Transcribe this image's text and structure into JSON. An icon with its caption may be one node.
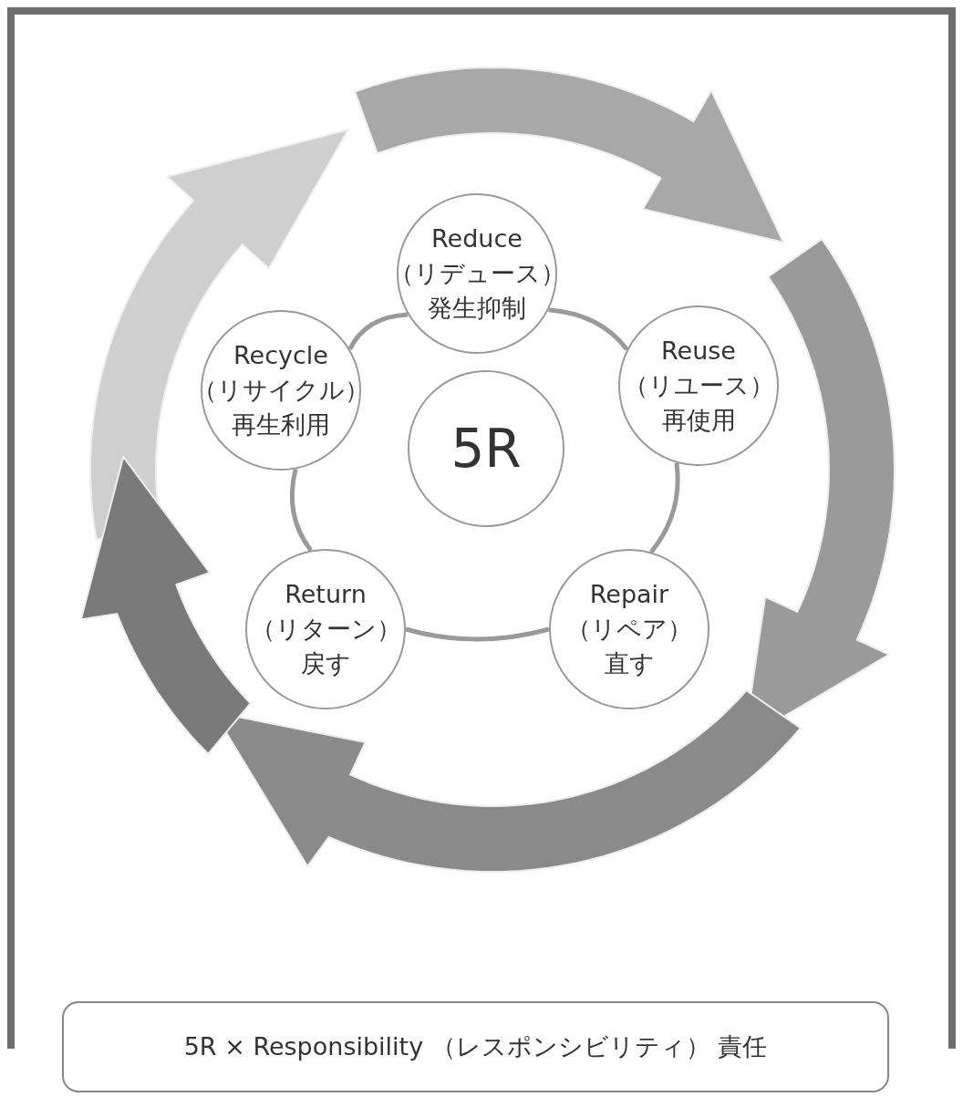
{
  "diagram": {
    "nodes": [
      {
        "text": [
          "Reduce",
          "（リデュース）",
          "発生抑制"
        ]
      },
      {
        "text": [
          "Reuse",
          "（リユース）",
          "再使用"
        ]
      },
      {
        "text": [
          "Repair",
          "（リペア）",
          "直す"
        ]
      },
      {
        "text": [
          "Return",
          "（リターン）",
          "戻す"
        ]
      },
      {
        "text": [
          "Recycle",
          "（リサイクル）",
          "再生利用"
        ]
      },
      {
        "text": [
          "5R"
        ]
      },
      {
        "text": [
          "5R × Responsibility （レスポンシビリティ） 責任"
        ]
      }
    ],
    "edges": [
      {
        "from": 0,
        "to": 1,
        "arrow": "none"
      },
      {
        "from": 1,
        "to": 2,
        "arrow": "none"
      },
      {
        "from": 2,
        "to": 3,
        "arrow": "none"
      },
      {
        "from": 3,
        "to": 4,
        "arrow": "none"
      },
      {
        "from": 4,
        "to": 0,
        "arrow": "none"
      }
    ]
  }
}
